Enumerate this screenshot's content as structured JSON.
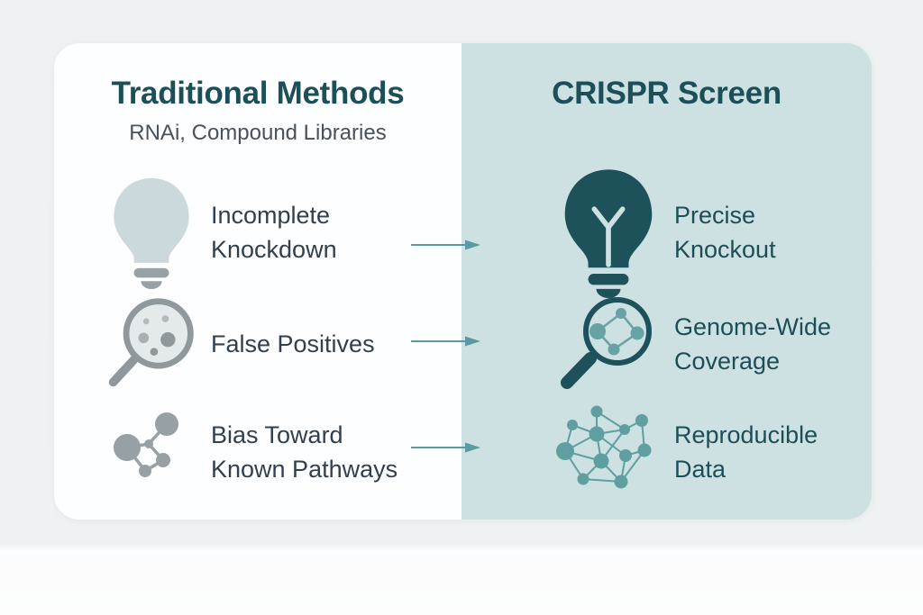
{
  "figure": {
    "type": "comparison-infographic",
    "topic": "Traditional Methods vs CRISPR Screen"
  },
  "left_panel": {
    "title": "Traditional Methods",
    "subtitle": "RNAi, Compound Libraries",
    "items": [
      {
        "icon": "lightbulb-icon",
        "label": "Incomplete\nKnockdown"
      },
      {
        "icon": "magnifier-dish-icon",
        "label": "False Positives"
      },
      {
        "icon": "network-nodes-icon",
        "label": "Bias Toward\nKnown Pathways"
      }
    ]
  },
  "right_panel": {
    "title": "CRISPR Screen",
    "items": [
      {
        "icon": "lightbulb-filament-icon",
        "label": "Precise\nKnockout"
      },
      {
        "icon": "magnifier-network-icon",
        "label": "Genome-Wide\nCoverage"
      },
      {
        "icon": "network-mesh-icon",
        "label": "Reproducible\nData"
      }
    ]
  },
  "arrows": {
    "icon": "arrow-right-icon",
    "count": 3
  },
  "palette": {
    "page_background_top": "#edf1f1",
    "page_background_bottom": "#fdfdfd",
    "left_panel_background": "#fdfeff",
    "right_panel_background": "#cde1e2",
    "heading_teal": "#1d4f58",
    "subtitle_gray": "#47525c",
    "left_item_text": "#323f4c",
    "right_item_text": "#1d4e57",
    "icon_gray": "#97a0a5",
    "icon_light_gray": "#ccd9dc",
    "icon_dark_teal": "#1e525b",
    "icon_teal": "#5f9fa0",
    "arrow_teal": "#5b9aa0"
  }
}
